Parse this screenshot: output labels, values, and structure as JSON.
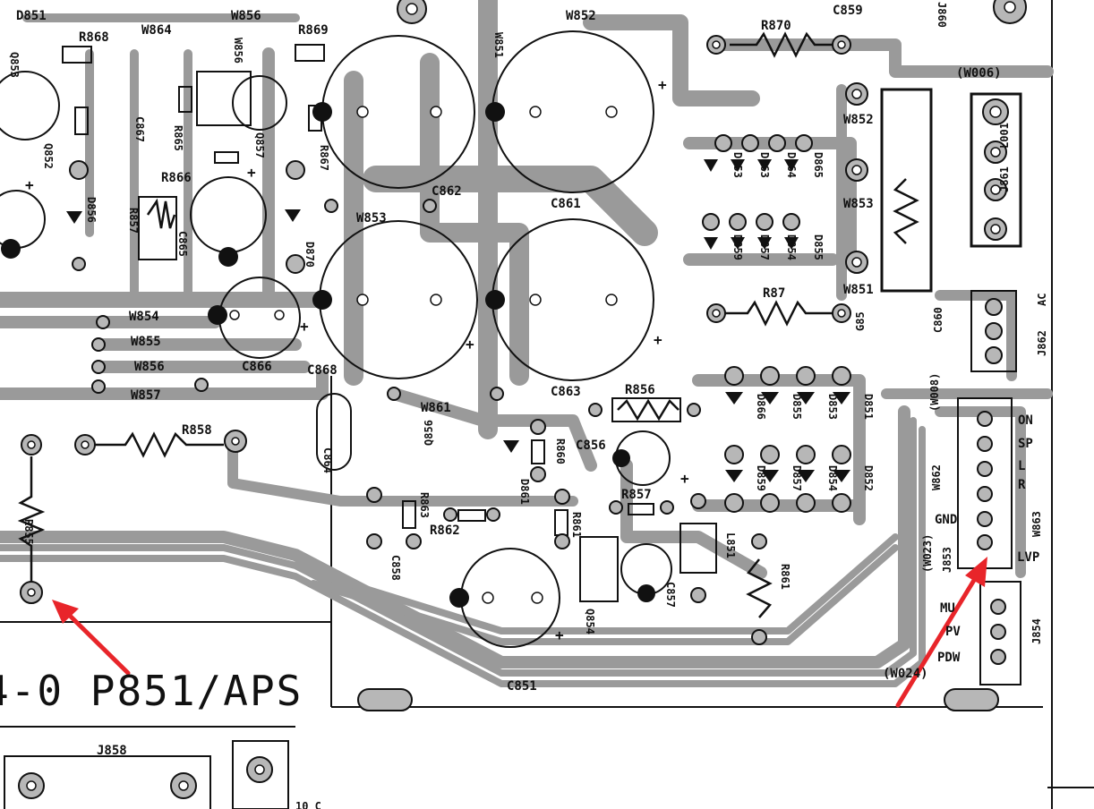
{
  "board_label": "4-0 P851/APS",
  "colors": {
    "trace": "#9a9a9a",
    "ink": "#111111",
    "arrow": "#e8252a",
    "paper": "#ffffff"
  },
  "labels": {
    "D851": "D851",
    "D856": "D856",
    "Q852": "Q852",
    "Q853": "Q853",
    "R868": "R868",
    "W864": "W864",
    "W856": "W856",
    "R869": "R869",
    "C867": "C867",
    "R865": "R865",
    "R866": "R866",
    "Q857": "Q857",
    "R867": "R867",
    "R857a": "R857",
    "D870": "D870",
    "C865": "C865",
    "W853a": "W853",
    "C862": "C862",
    "W851a": "W851",
    "W852a": "W852",
    "C861": "C861",
    "R870": "R870",
    "C859": "C859",
    "J860": "J860",
    "W006": "(W006)",
    "W852": "W852",
    "W853": "W853",
    "W851": "W851",
    "J861": "J861",
    "L001": "L001",
    "R87": "R87",
    "W854": "W854",
    "W855": "W855",
    "W856b": "W856",
    "W857": "W857",
    "C866": "C866",
    "C863": "C863",
    "C864": "C864",
    "R856": "R856",
    "W861": "W861",
    "C868": "C868",
    "R858": "R858",
    "R855": "R855",
    "C856": "C856",
    "Q856": "Q856",
    "R860": "R860",
    "D861": "D861",
    "R857": "R857",
    "R863": "R863",
    "R862": "R862",
    "R861": "R861",
    "C858": "C858",
    "C857": "C857",
    "L851": "L851",
    "Q854": "Q854",
    "C851": "C851",
    "D853": "D853",
    "D863": "D863",
    "D864": "D864",
    "D865": "D865",
    "D859": "D859",
    "D857": "D857",
    "D854": "D854",
    "D852": "D852",
    "D855": "D855",
    "D866": "D866",
    "J862": "J862",
    "AC": "AC",
    "C860": "C860",
    "G85": "G85",
    "W008": "(W008)",
    "ON": "ON",
    "SP": "SP",
    "L": "L",
    "R": "R",
    "GND": "GND",
    "LVP": "LVP",
    "W862": "W862",
    "W863": "W863",
    "W023": "(W023)",
    "J853": "J853",
    "J854": "J854",
    "MU": "MU",
    "PV": "PV",
    "PDW": "PDW",
    "W024": "(W024)",
    "J858": "J858",
    "BOT": "10 C"
  }
}
